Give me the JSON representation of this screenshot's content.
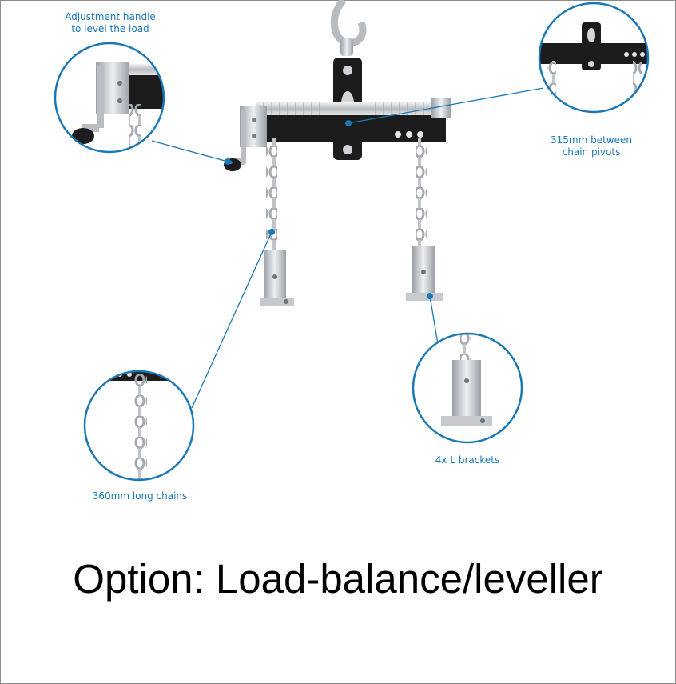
{
  "labels": {
    "adjustment_line1": "Adjustment handle",
    "adjustment_line2": "to level the load",
    "pivots_line1": "315mm between",
    "pivots_line2": "chain pivots",
    "chains": "360mm long chains",
    "brackets": "4x L brackets"
  },
  "caption": "Option: Load-balance/leveller",
  "colors": {
    "callout": "#1a78b4",
    "frame": "#8c8c8c",
    "steel": "#c8ccd0",
    "beam": "#1c1c1c"
  }
}
